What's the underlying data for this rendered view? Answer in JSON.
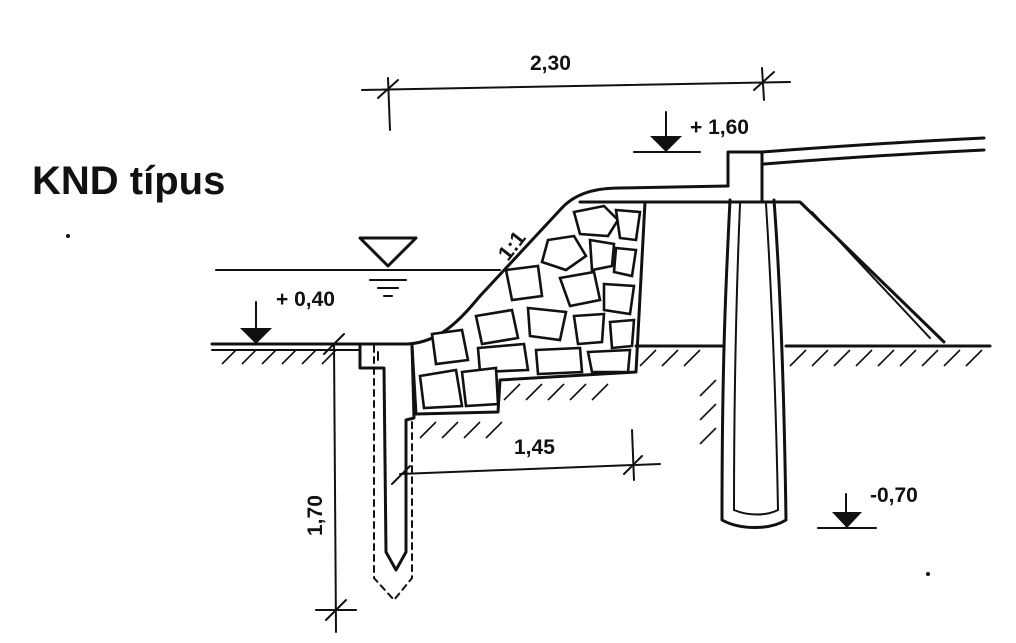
{
  "title": "KND típus",
  "dimensions": {
    "top_width": "2,30",
    "bottom_width": "1,45",
    "sheet_pile_depth": "1,70"
  },
  "levels": {
    "crest": "+ 1,60",
    "ground": "+ 0,40",
    "pile_bottom": "-0,70"
  },
  "slope": "1:1"
}
